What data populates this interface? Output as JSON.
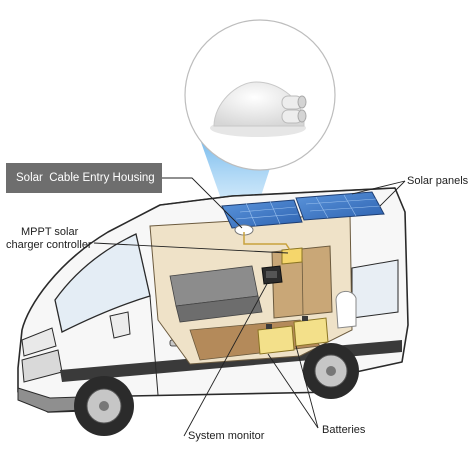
{
  "labels": {
    "housing": "Solar  Cable Entry Housing",
    "solar_panels": "Solar panels",
    "mppt_line1": "MPPT solar",
    "mppt_line2": "charger controller",
    "system_monitor": "System monitor",
    "batteries": "Batteries"
  },
  "colors": {
    "banner_bg": "#6e6e6e",
    "beam": "#6fb4e6",
    "panel": "#3e79c8",
    "battery": "#f3e08a",
    "interior_wood": "#c9a777",
    "van_body": "#f7f7f7",
    "stripe": "#3a3a3a",
    "leader": "#222222"
  }
}
